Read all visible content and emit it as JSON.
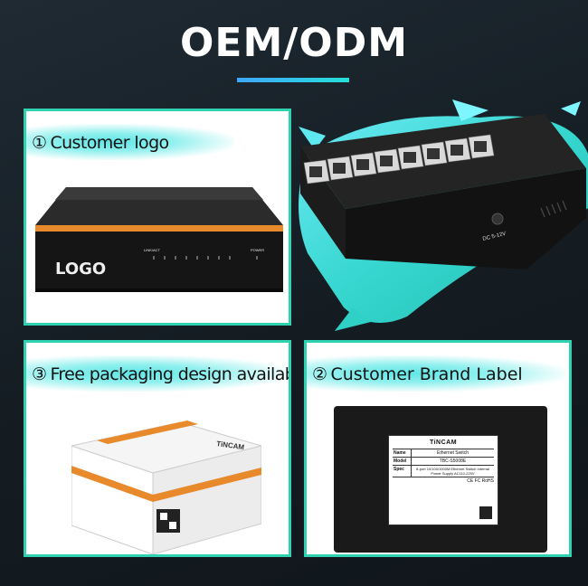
{
  "header": {
    "title": "OEM/ODM"
  },
  "panels": {
    "logo": {
      "number": "①",
      "label": "Customer logo",
      "logo_text": "LOGO",
      "port_labels": "LINK/ACT",
      "power_label": "POWER"
    },
    "packaging": {
      "number": "③",
      "label": "Free packaging design available",
      "box_brand": "TiNCAM"
    },
    "brand_label": {
      "number": "②",
      "label": "Customer Brand Label",
      "card": {
        "brand": "TiNCAM",
        "rows": [
          {
            "key": "Name",
            "value": "Ethernet Switch"
          },
          {
            "key": "Model",
            "value": "TBC-S5008E"
          },
          {
            "key": "Spec",
            "value": "8-port 10/100/1000M Ethernet Switch Internal Power Supply AC110-220V"
          }
        ],
        "cert": "CE FC RoHS"
      }
    }
  },
  "product": {
    "dc_label": "DC 5-12V"
  },
  "colors": {
    "accent": "#2fd1b0",
    "title_bar_start": "#3fa6ff",
    "title_bar_end": "#26e0d8",
    "switch_stripe": "#e8892c"
  }
}
